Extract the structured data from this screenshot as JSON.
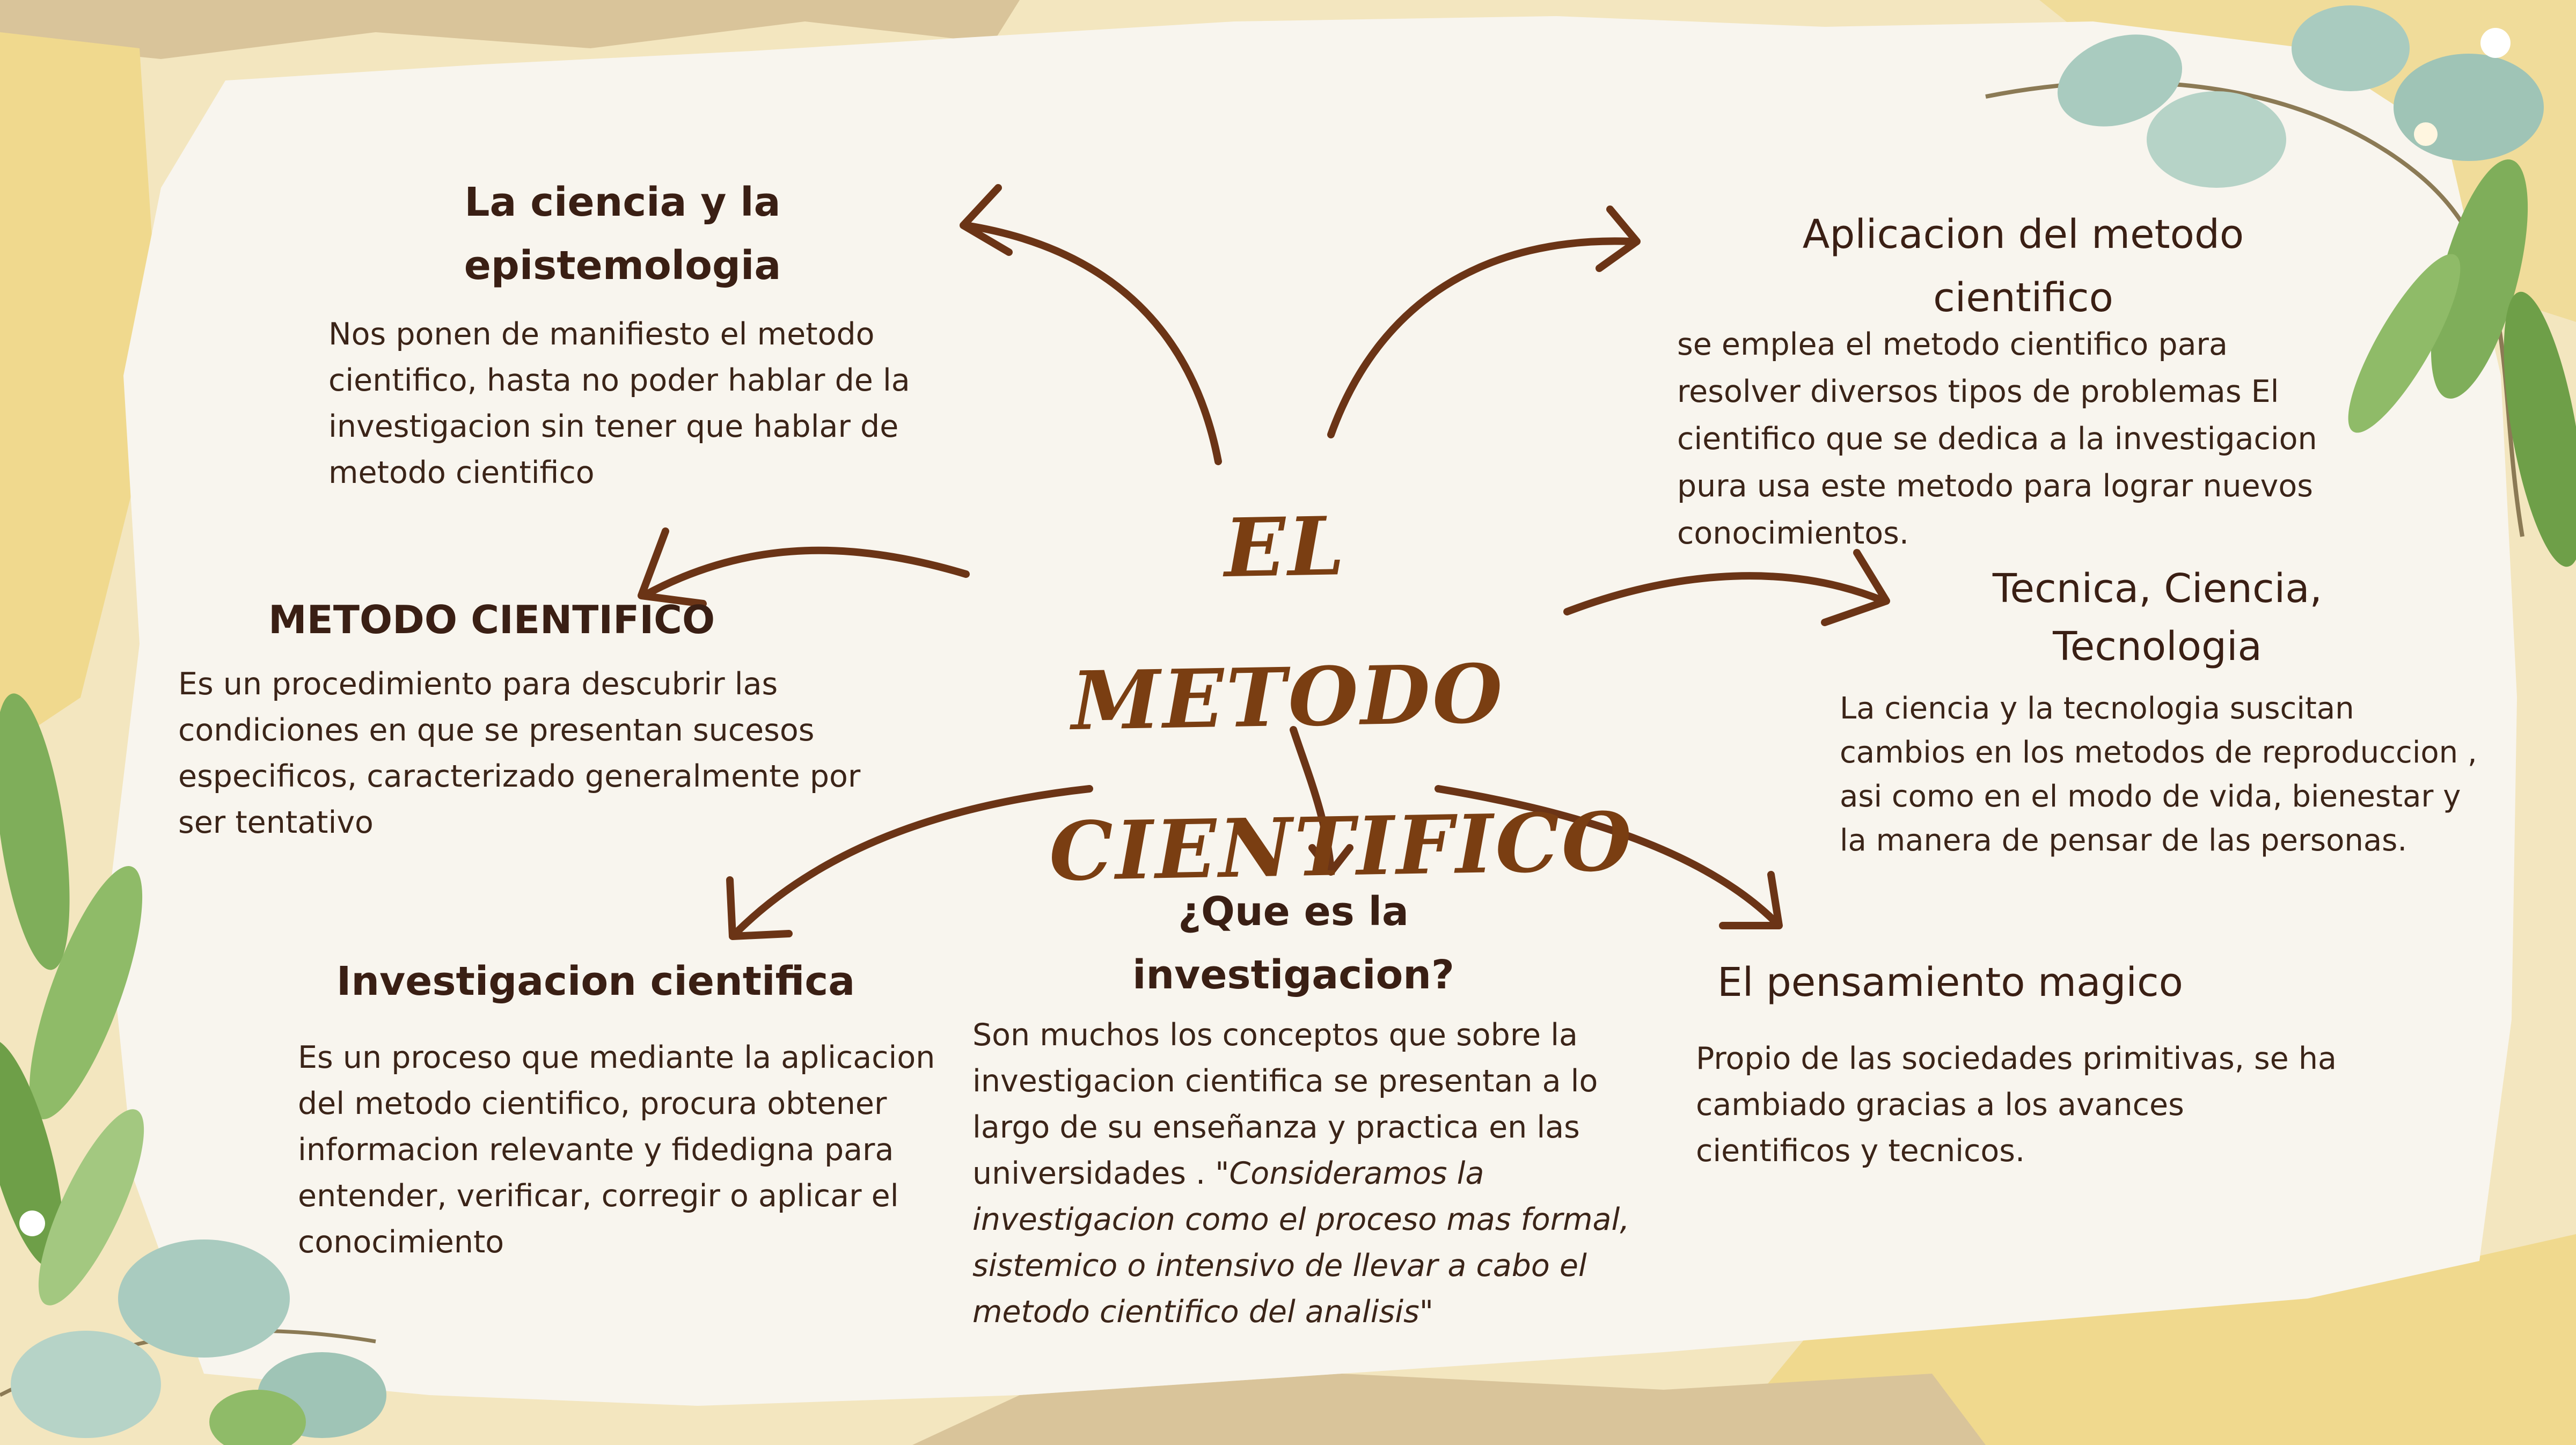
{
  "title": {
    "line1": "EL METODO",
    "line2": "CIENTIFICO"
  },
  "colors": {
    "paper": "#f7f3ea",
    "torn_paper_yellow": "#f0d98e",
    "kraft": "#d9c49a",
    "title_brown": "#7a3e12",
    "arrow_brown": "#6b3416",
    "text_dark": "#3b2418",
    "leaf_green": "#7fae5a",
    "eucalyptus": "#a9cbbf"
  },
  "nodes": {
    "ciencia_epistemologia": {
      "heading_l1": "La ciencia y la",
      "heading_l2": "epistemologia",
      "body": "Nos ponen de manifiesto el metodo cientifico, hasta no poder hablar de la investigacion sin tener que hablar de metodo cientifico"
    },
    "aplicacion": {
      "heading_l1": "Aplicacion del metodo",
      "heading_l2": "cientifico",
      "body": "se emplea el metodo cientifico para resolver diversos tipos de problemas El cientifico que se dedica a la investigacion pura usa este metodo para lograr nuevos conocimientos."
    },
    "metodo_cientifico": {
      "heading": "METODO CIENTIFICO",
      "body": "Es un procedimiento para descubrir las condiciones en que se presentan sucesos especificos, caracterizado generalmente por ser tentativo"
    },
    "tecnica": {
      "heading_l1": "Tecnica, Ciencia,",
      "heading_l2": "Tecnologia",
      "body": "La ciencia y la tecnologia suscitan cambios en los metodos de reproduccion , asi como en el modo de vida, bienestar y la manera de pensar de las personas."
    },
    "investigacion_cientifica": {
      "heading": "Investigacion cientifica",
      "body": "Es un proceso que mediante la aplicacion del metodo cientifico, procura obtener informacion relevante y fidedigna para entender, verificar, corregir o aplicar el conocimiento"
    },
    "que_es": {
      "heading_l1": "¿Que es la",
      "heading_l2": "investigacion?",
      "body": "Son muchos los conceptos que sobre la investigacion cientifica se presentan a lo largo de su enseñanza y practica en las universidades . ",
      "quote": "\"Consideramos la investigacion como el proceso mas formal, sistemico o intensivo de llevar a cabo el metodo cientifico del analisis\""
    },
    "pensamiento_magico": {
      "heading": "El pensamiento magico",
      "body": "Propio de las sociedades primitivas, se ha cambiado gracias a los avances cientificos y tecnicos."
    }
  }
}
